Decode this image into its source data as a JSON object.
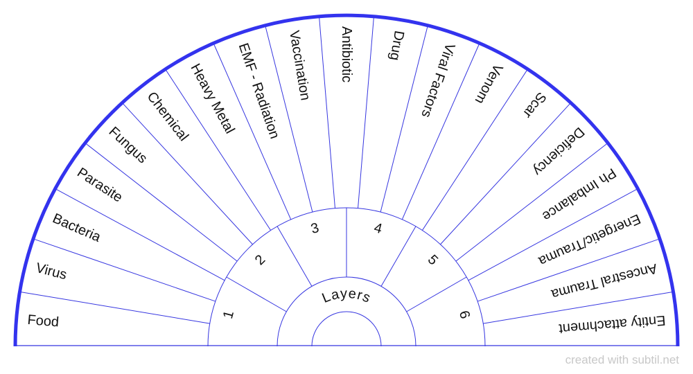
{
  "colors": {
    "outline": "#3333ee",
    "line": "#3535e0",
    "text": "#111111",
    "credit": "#c8c8c8"
  },
  "center_label": "Layers",
  "rings": [
    "1",
    "2",
    "3",
    "4",
    "5",
    "6"
  ],
  "items": [
    "Food",
    "Virus",
    "Bacteria",
    "Parasite",
    "Fungus",
    "Chemical",
    "Heavy Metal",
    "EMF - Radiation",
    "Vaccination",
    "Antibiotic",
    "Drug",
    "Viral Factors",
    "Venom",
    "Scar",
    "Deficiency",
    "Ph Imbalance",
    "Energetic/Trauma",
    "Ancestral Trauma",
    "Entity attachment"
  ],
  "credit": "created with subtil.net"
}
